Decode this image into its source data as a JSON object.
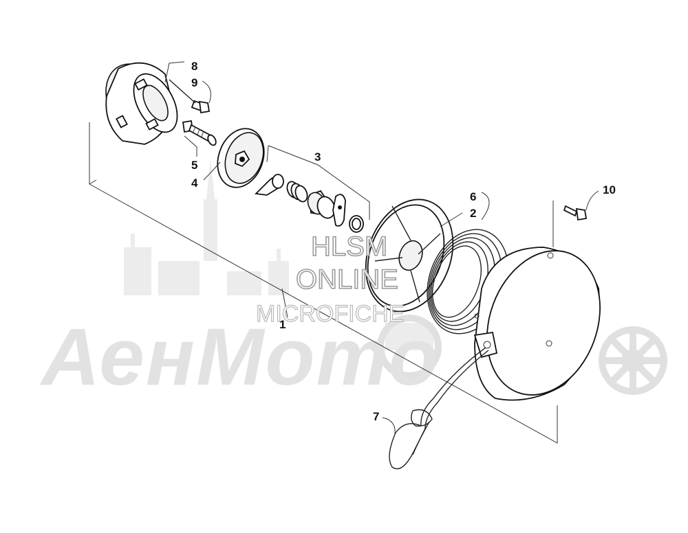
{
  "watermark": {
    "brand": "АенМото",
    "line1": "HLSM",
    "line2": "ONLINE",
    "line3": "MICROFICHE"
  },
  "callouts": {
    "c1": "1",
    "c2": "2",
    "c3": "3",
    "c4": "4",
    "c5": "5",
    "c6": "6",
    "c7": "7",
    "c8": "8",
    "c9": "9",
    "c10": "10"
  }
}
